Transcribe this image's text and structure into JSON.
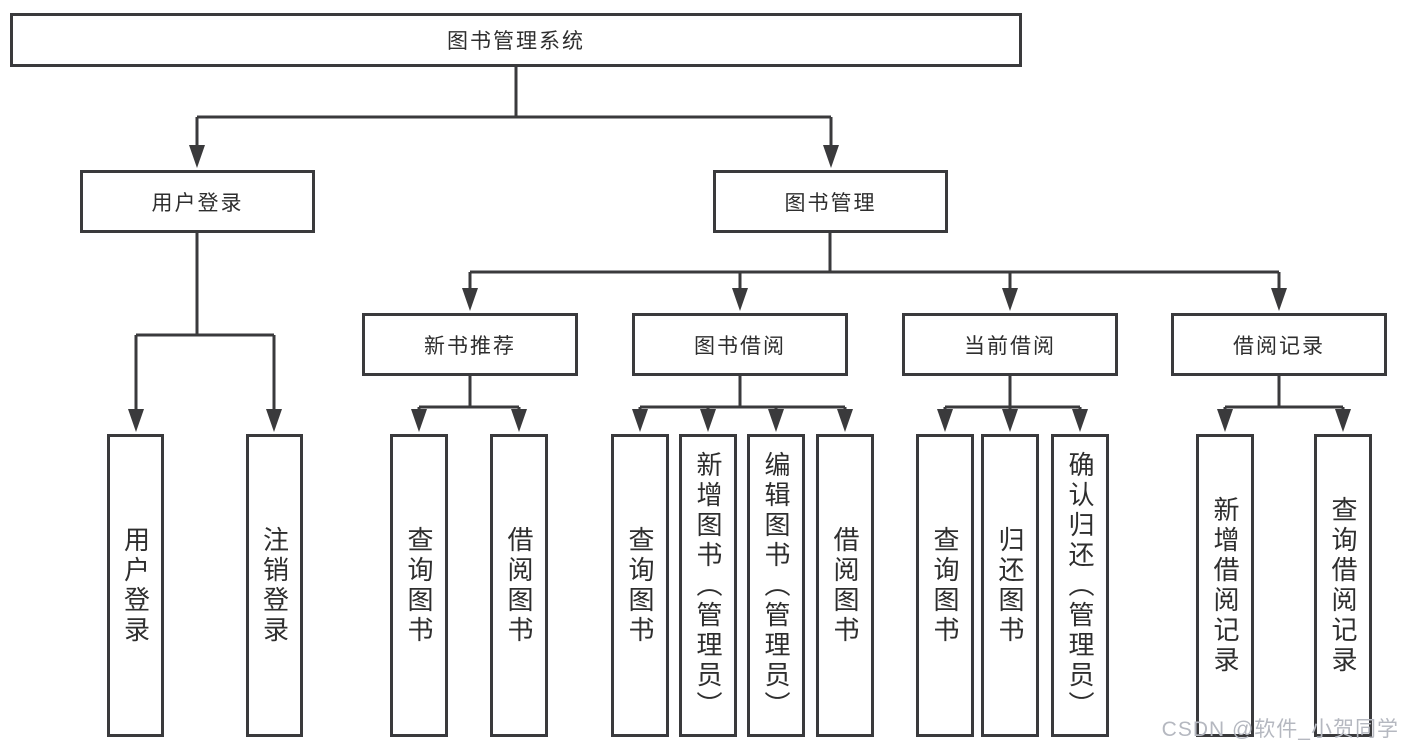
{
  "diagram": {
    "root": {
      "label": "图书管理系统"
    },
    "branches": [
      {
        "label": "用户登录",
        "children": [
          {
            "label": "用户登录"
          },
          {
            "label": "注销登录"
          }
        ]
      },
      {
        "label": "图书管理",
        "children": [
          {
            "label": "新书推荐",
            "children": [
              {
                "label": "查询图书"
              },
              {
                "label": "借阅图书"
              }
            ]
          },
          {
            "label": "图书借阅",
            "children": [
              {
                "label": "查询图书"
              },
              {
                "label": "新增图书（管理员）"
              },
              {
                "label": "编辑图书（管理员）"
              },
              {
                "label": "借阅图书"
              }
            ]
          },
          {
            "label": "当前借阅",
            "children": [
              {
                "label": "查询图书"
              },
              {
                "label": "归还图书"
              },
              {
                "label": "确认归还（管理员）"
              }
            ]
          },
          {
            "label": "借阅记录",
            "children": [
              {
                "label": "新增借阅记录"
              },
              {
                "label": "查询借阅记录"
              }
            ]
          }
        ]
      }
    ],
    "watermark": "CSDN @软件_小贺同学",
    "colors": {
      "line": "#3a3a3c",
      "box_border": "#3a3a3c",
      "text": "#2e2e2e",
      "watermark": "#b5b8c0",
      "background": "#ffffff"
    }
  }
}
